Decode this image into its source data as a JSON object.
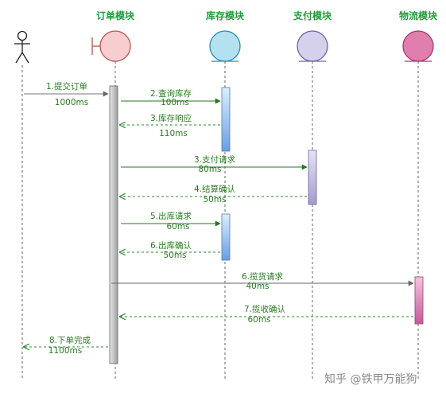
{
  "participants": [
    {
      "id": "actor",
      "name": ""
    },
    {
      "id": "order",
      "name": "订单模块",
      "fill": "#f8cdd0",
      "stroke": "#b85450"
    },
    {
      "id": "stock",
      "name": "库存模块",
      "fill": "#b3e1f0",
      "stroke": "#2a8ab5"
    },
    {
      "id": "pay",
      "name": "支付模块",
      "fill": "#d5d0ec",
      "stroke": "#6c63a6"
    },
    {
      "id": "logistics",
      "name": "物流模块",
      "fill": "#e07fae",
      "stroke": "#a03a72"
    }
  ],
  "messages": [
    {
      "label": "1.提交订单",
      "time": "1000ms"
    },
    {
      "label": "2.查询库存",
      "time": "100ms"
    },
    {
      "label": "3.库存响应",
      "time": "110ms"
    },
    {
      "label": "3.支付请求",
      "time": "80ms"
    },
    {
      "label": "4.结算确认",
      "time": "50ms"
    },
    {
      "label": "5.出库请求",
      "time": "60ms"
    },
    {
      "label": "6.出库确认",
      "time": "50ms"
    },
    {
      "label": "6.揽货请求",
      "time": "40ms"
    },
    {
      "label": "7.揽收确认",
      "time": "60ms"
    },
    {
      "label": "8.下单完成",
      "time": "1100ms"
    }
  ],
  "colors": {
    "solid_arrow": "#1f7a1f",
    "dashed_arrow": "#2a8a2a",
    "gray_arrow": "#777777",
    "text_green": "#2a7a22"
  },
  "watermark": "知乎 @铁甲万能狗"
}
